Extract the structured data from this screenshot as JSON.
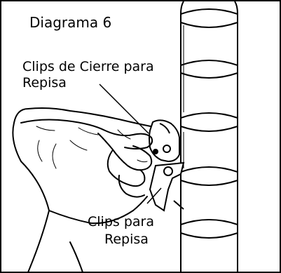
{
  "title": "Diagrama 6",
  "labels": {
    "top_line1": "Clips de Cierre para",
    "top_line2": "Repisa",
    "bottom_line1": "Clips para",
    "bottom_line2": "Repisa"
  },
  "icons": [
    "shelf-post",
    "shelf-lock-clip",
    "shelf-clip",
    "hand"
  ],
  "colors": {
    "line": "#000000",
    "background": "#ffffff"
  }
}
